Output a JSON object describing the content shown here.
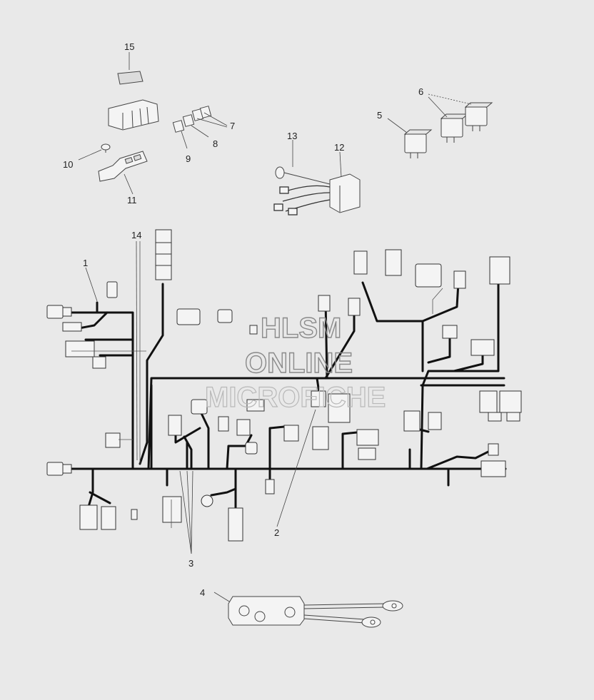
{
  "watermark": {
    "line1": "HLSM",
    "line2": "ONLINE",
    "line3": "MICROFICHE"
  },
  "callouts": {
    "c1": "1",
    "c2": "2",
    "c3": "3",
    "c4": "4",
    "c5": "5",
    "c6": "6",
    "c7": "7",
    "c8": "8",
    "c9": "9",
    "c10": "10",
    "c11": "11",
    "c12": "12",
    "c13": "13",
    "c14": "14",
    "c15": "15"
  },
  "colors": {
    "background": "#e9e9e9",
    "harness": "#111111",
    "line": "#444444",
    "part_fill": "#f4f4f4"
  }
}
